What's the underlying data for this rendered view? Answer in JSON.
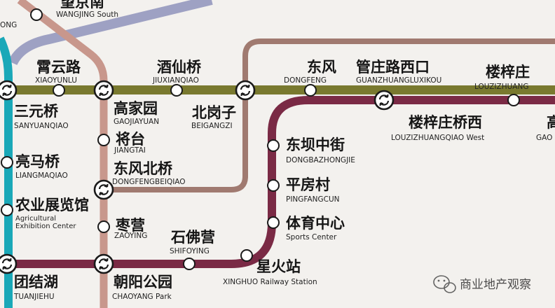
{
  "map": {
    "colors": {
      "background": "#f3f1ee",
      "line_olive": "#79792f",
      "line_maroon": "#7a2a45",
      "line_brown": "#a07a70",
      "line_rose": "#c8978c",
      "line_lavender": "#9ea1c3",
      "line_teal": "#1aa8b8"
    },
    "stations": {
      "wangjing_south": {
        "cn": "望京南",
        "en": "WANGJING South"
      },
      "xiaoyunlu": {
        "cn": "霄云路",
        "en": "XIAOYUNLU"
      },
      "jiuxianqiao": {
        "cn": "酒仙桥",
        "en": "JIUXIANQIAO"
      },
      "dongfeng": {
        "cn": "东风",
        "en": "DONGFENG"
      },
      "guanzhuanglu_xikou": {
        "cn": "管庄路西口",
        "en": "GUANZHUANGLUXIKOU"
      },
      "louzizhuang": {
        "cn": "楼梓庄",
        "en": "LOUZIZHUANG"
      },
      "sanyuanqiao": {
        "cn": "三元桥",
        "en": "SANYUANQIAO"
      },
      "gaojiayuan": {
        "cn": "高家园",
        "en": "GAOJIAYUAN"
      },
      "beigangzi": {
        "cn": "北岗子",
        "en": "BEIGANGZI"
      },
      "louzizhuangqiao_west": {
        "cn": "楼梓庄桥西",
        "en": "LOUZIZHUANGQIAO West"
      },
      "gao_cut": {
        "cn": "高",
        "en": "GAO"
      },
      "jiangtai": {
        "cn": "将台",
        "en": "JIANGTAI"
      },
      "dongbazhongjie": {
        "cn": "东坝中街",
        "en": "DONGBAZHONGJIE"
      },
      "liangmaqiao": {
        "cn": "亮马桥",
        "en": "LIANGMAQIAO"
      },
      "dongfengbeiqiao": {
        "cn": "东风北桥",
        "en": "DONGFENGBEIQIAO"
      },
      "pingfangcun": {
        "cn": "平房村",
        "en": "PINGFANGCUN"
      },
      "nongye": {
        "cn": "农业展览馆",
        "en1": "Agricultural",
        "en2": "Exhibition Center"
      },
      "zaoying": {
        "cn": "枣营",
        "en": "ZAOYING"
      },
      "tiyu_zhongxin": {
        "cn": "体育中心",
        "en": "Sports Center"
      },
      "shifoying": {
        "cn": "石佛营",
        "en": "SHIFOYING"
      },
      "xinghuo": {
        "cn": "星火站",
        "en": "XINGHUO Railway Station"
      },
      "tuanjiehu": {
        "cn": "团结湖",
        "en": "TUANJIEHU"
      },
      "chaoyang_park": {
        "cn": "朝阳公园",
        "en": "CHAOYANG Park"
      },
      "left_cut": {
        "en": "ONG"
      }
    },
    "watermark": {
      "text": "商业地产观察",
      "icon": "wechat-icon"
    }
  }
}
